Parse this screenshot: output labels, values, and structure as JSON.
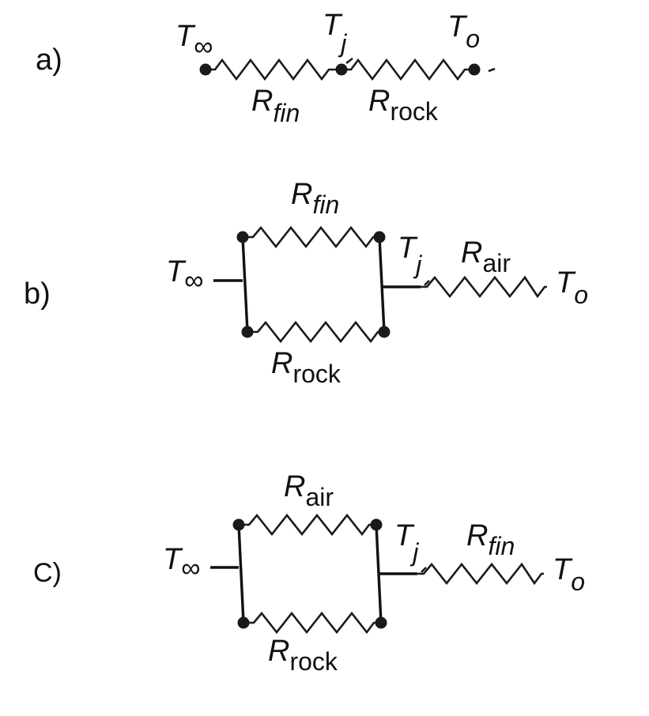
{
  "diagrams": {
    "a": {
      "tag": "a)",
      "t_inf": {
        "base": "T",
        "sub": "∞"
      },
      "t_j": {
        "base": "T",
        "sub": "j"
      },
      "t_o": {
        "base": "T",
        "sub": "o"
      },
      "r_left": {
        "base": "R",
        "sub": "fin"
      },
      "r_right": {
        "base": "R",
        "sub": "rock"
      }
    },
    "b": {
      "tag": "b)",
      "t_inf": {
        "base": "T",
        "sub": "∞"
      },
      "t_j": {
        "base": "T",
        "sub": "j"
      },
      "t_o": {
        "base": "T",
        "sub": "o"
      },
      "r_top": {
        "base": "R",
        "sub": "fin"
      },
      "r_bottom": {
        "base": "R",
        "sub": "rock"
      },
      "r_series": {
        "base": "R",
        "sub": "air"
      }
    },
    "c": {
      "tag": "C)",
      "t_inf": {
        "base": "T",
        "sub": "∞"
      },
      "t_j": {
        "base": "T",
        "sub": "j"
      },
      "t_o": {
        "base": "T",
        "sub": "o"
      },
      "r_top": {
        "base": "R",
        "sub": "air"
      },
      "r_bottom": {
        "base": "R",
        "sub": "rock"
      },
      "r_series": {
        "base": "R",
        "sub": "fin"
      }
    }
  }
}
